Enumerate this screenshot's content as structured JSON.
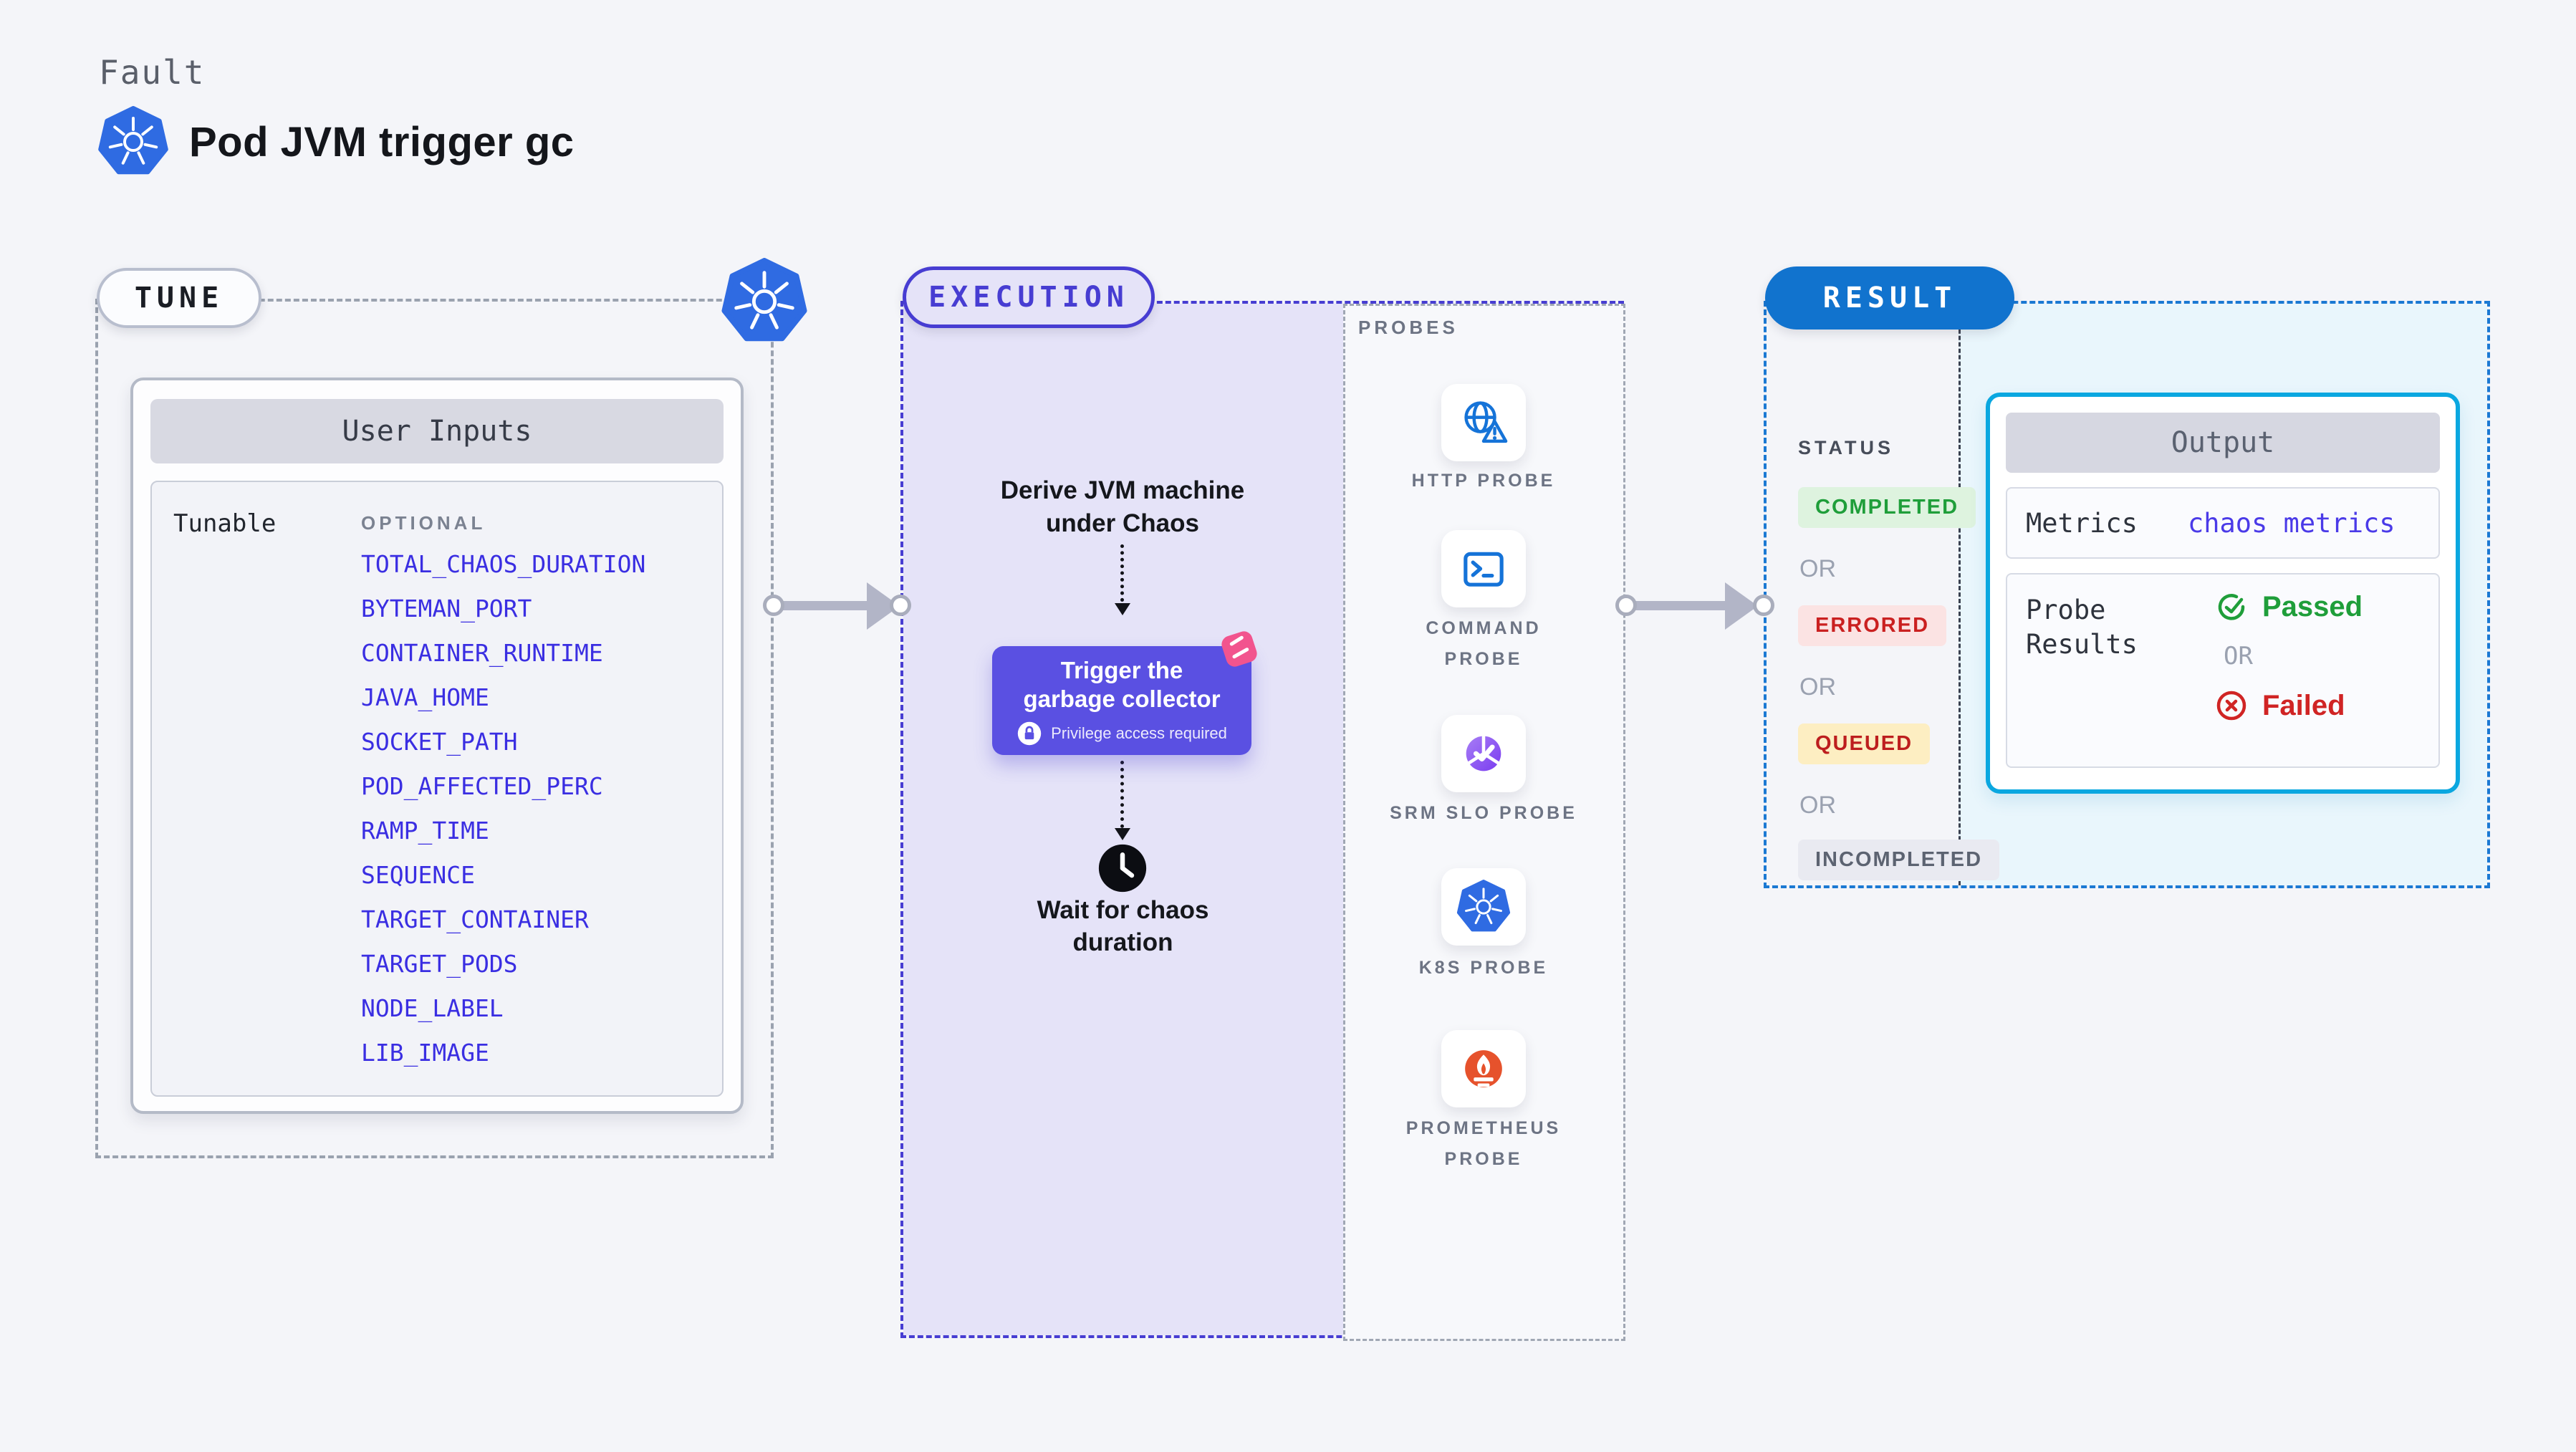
{
  "page": {
    "kind_label": "Fault",
    "title": "Pod JVM trigger gc"
  },
  "tune": {
    "badge": "TUNE",
    "card_title": "User Inputs",
    "group_label": "Tunable",
    "column_label": "OPTIONAL",
    "tunables": [
      "TOTAL_CHAOS_DURATION",
      "BYTEMAN_PORT",
      "CONTAINER_RUNTIME",
      "JAVA_HOME",
      "SOCKET_PATH",
      "POD_AFFECTED_PERC",
      "RAMP_TIME",
      "SEQUENCE",
      "TARGET_CONTAINER",
      "TARGET_PODS",
      "NODE_LABEL",
      "LIB_IMAGE"
    ]
  },
  "execution": {
    "badge": "EXECUTION",
    "derive_label": "Derive JVM machine under Chaos",
    "trigger_title": "Trigger the garbage collector",
    "privilege_note": "Privilege access required",
    "wait_label": "Wait for chaos duration"
  },
  "probes": {
    "section_label": "PROBES",
    "items": [
      {
        "label": "HTTP PROBE",
        "icon": "globe-alert-icon"
      },
      {
        "label": "COMMAND PROBE",
        "icon": "terminal-icon"
      },
      {
        "label": "SRM SLO PROBE",
        "icon": "slo-check-icon"
      },
      {
        "label": "K8S PROBE",
        "icon": "kubernetes-icon"
      },
      {
        "label": "PROMETHEUS PROBE",
        "icon": "prometheus-flame-icon"
      }
    ]
  },
  "result": {
    "badge": "RESULT",
    "status_label": "STATUS",
    "or_label": "OR",
    "statuses": [
      "COMPLETED",
      "ERRORED",
      "QUEUED",
      "INCOMPLETED"
    ],
    "output": {
      "title": "Output",
      "metrics_label": "Metrics",
      "metrics_value": "chaos metrics",
      "probe_results_label": "Probe Results",
      "or_label": "OR",
      "passed_label": "Passed",
      "failed_label": "Failed"
    }
  },
  "icons": {
    "title": "kubernetes-icon",
    "tune_corner": "kubernetes-icon",
    "trigger_corner": "chaos-scenario-icon",
    "privilege": "lock-icon",
    "wait": "clock-icon",
    "passed": "check-circle-icon",
    "failed": "x-circle-icon"
  },
  "colors": {
    "page_bg": "#f4f5f9",
    "tunable_link": "#3a2ee2",
    "execution_accent": "#473dd2",
    "execution_fill": "#e5e3f8",
    "trigger_card": "#5a50e2",
    "chaos_pink": "#f2548e",
    "result_accent": "#1173ce",
    "result_dashed": "#1b79d3",
    "output_border": "#0aa7e0",
    "output_fill": "#e9f6fc",
    "completed_green": "#1f9e3a",
    "errored_red": "#ca2020",
    "queued_amber_bg": "#fdeec2",
    "failed_red": "#d02424",
    "kubernetes_blue": "#2f6be2",
    "probe_icon_blue": "#1573d8",
    "prometheus_orange": "#e6522c",
    "srm_purple": "#7a3bf0",
    "arrow_gray": "#b2b5c7"
  }
}
